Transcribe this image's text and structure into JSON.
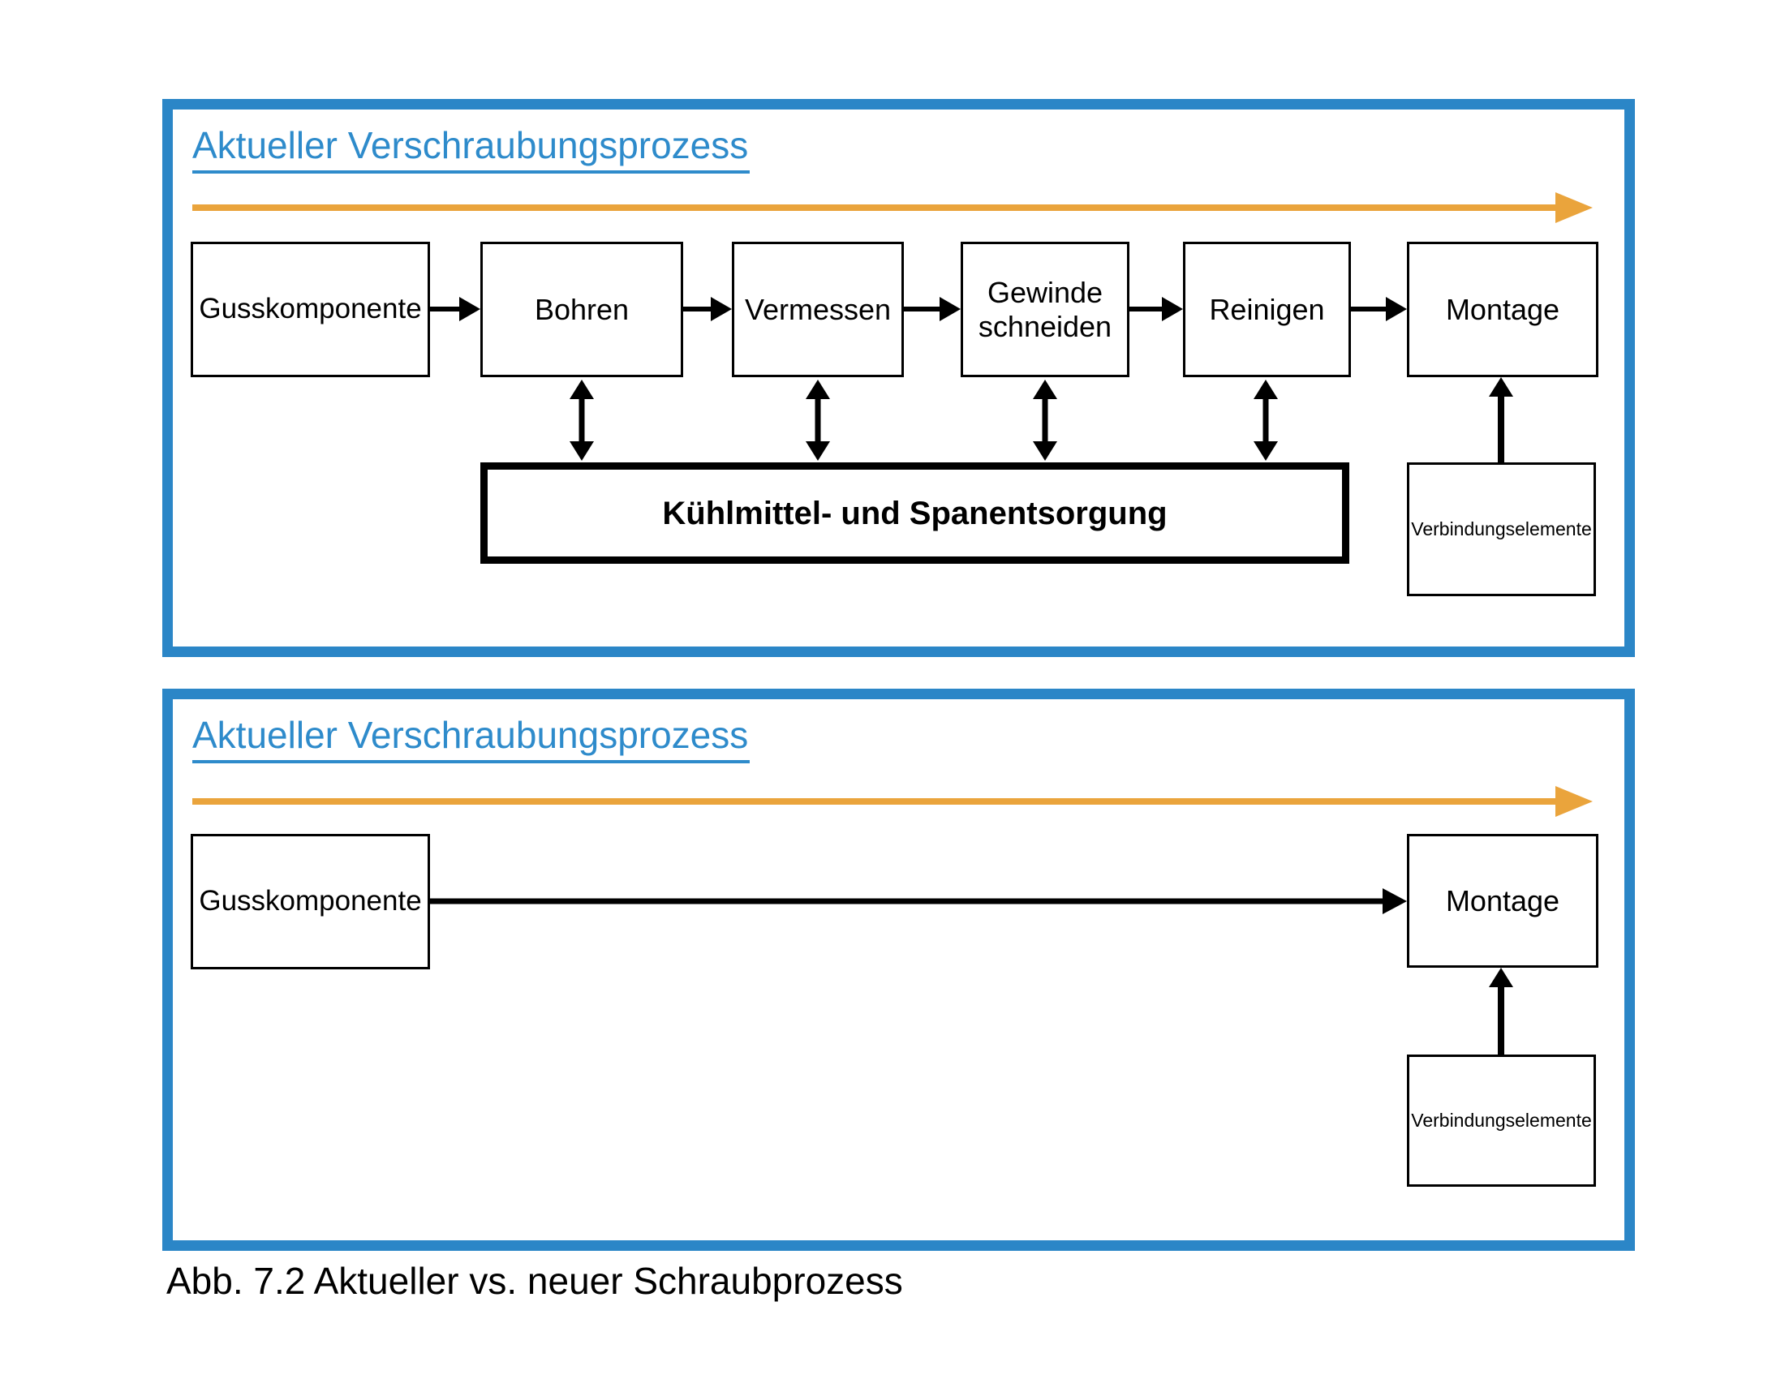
{
  "figure": {
    "caption": "Abb. 7.2 Aktueller vs. neuer Schraubprozess"
  },
  "colors": {
    "frame_blue": "#2B86C7",
    "title_blue": "#2E8BCB",
    "timeline_orange": "#EAA43C",
    "box_border_black": "#000000"
  },
  "top_panel": {
    "title": "Aktueller Verschraubungsprozess",
    "steps": [
      "Gusskomponente",
      "Bohren",
      "Vermessen",
      "Gewinde schneiden",
      "Reinigen",
      "Montage"
    ],
    "coolant_box": "Kühlmittel- und Spanentsorgung",
    "supply_box": "Verbindungselemente"
  },
  "bottom_panel": {
    "title": "Aktueller Verschraubungsprozess",
    "steps": [
      "Gusskomponente",
      "Montage"
    ],
    "supply_box": "Verbindungselemente"
  }
}
